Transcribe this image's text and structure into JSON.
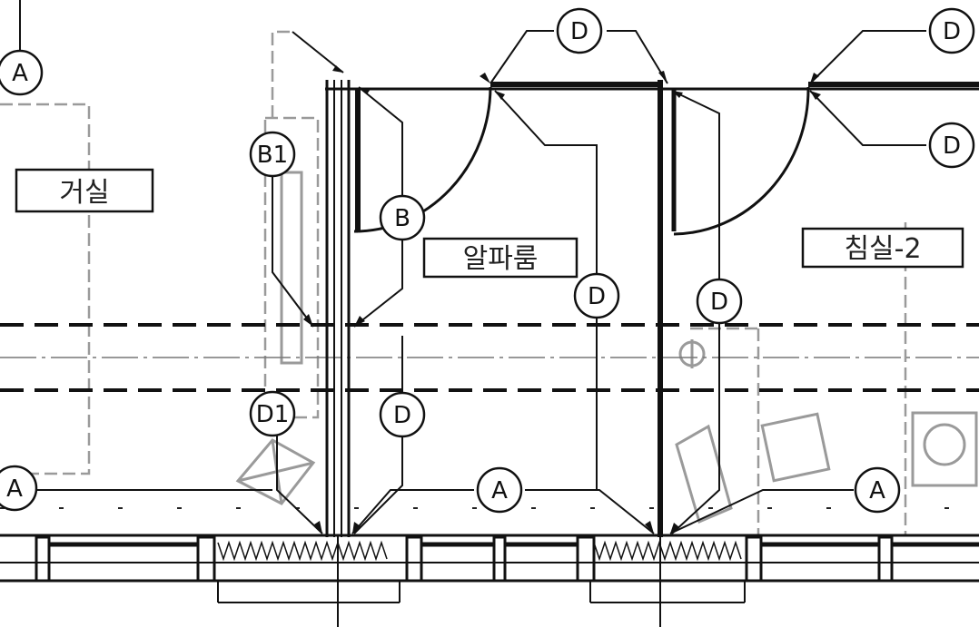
{
  "drawing": {
    "rooms": {
      "living": "거실",
      "alpha_room": "알파룸",
      "bedroom2": "침실-2"
    },
    "tags": {
      "a": "A",
      "b": "B",
      "b1": "B1",
      "d": "D",
      "d1": "D1"
    },
    "colors": {
      "line": "#111111",
      "hidden": "#9a9a9a",
      "paper": "#ffffff"
    }
  }
}
